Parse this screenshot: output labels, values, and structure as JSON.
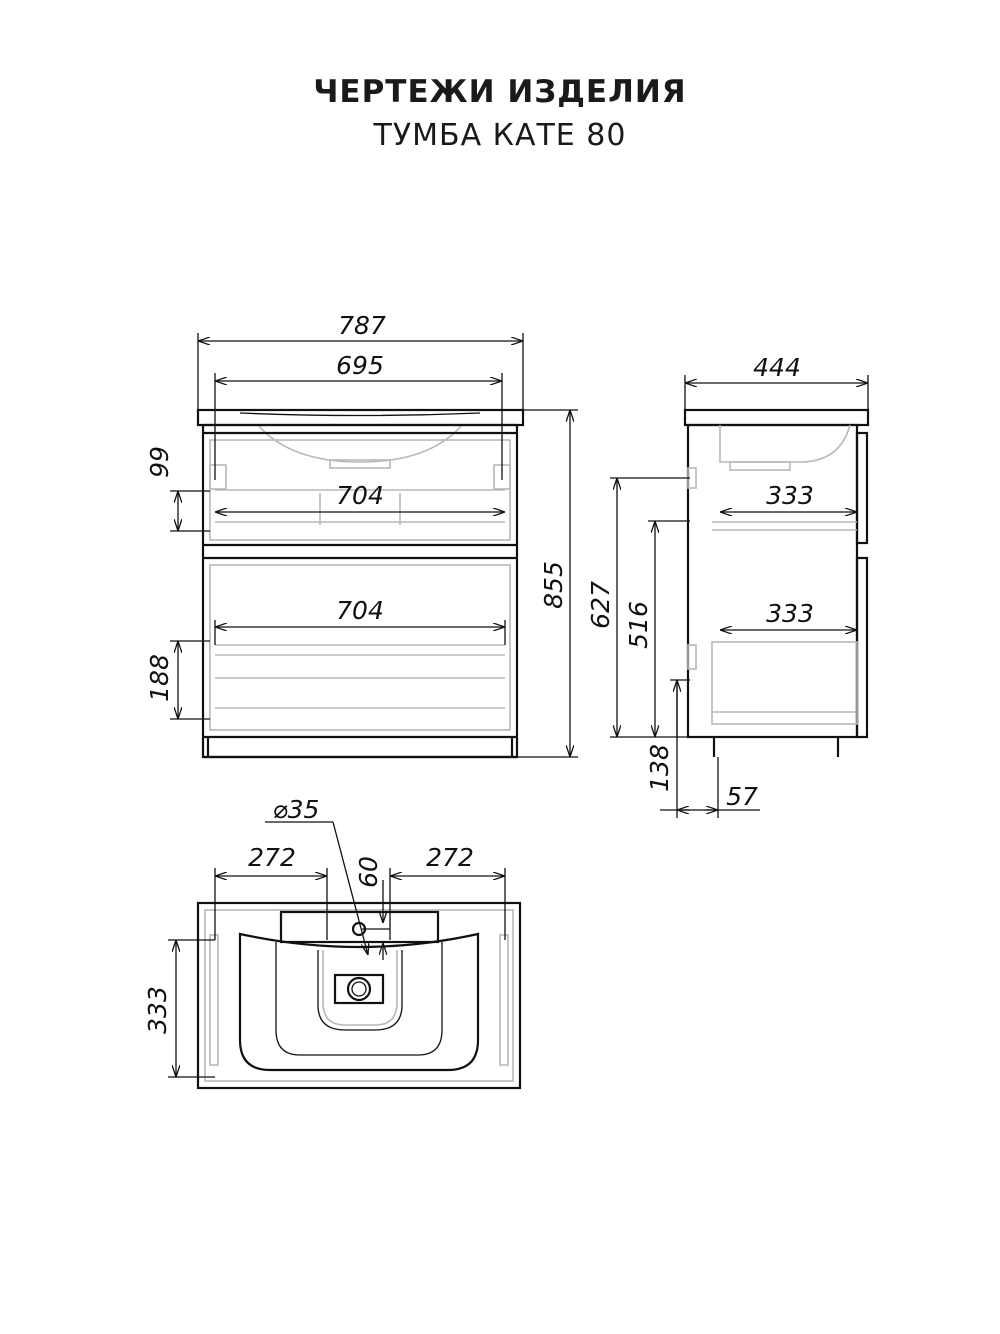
{
  "header": {
    "title": "ЧЕРТЕЖИ ИЗДЕЛИЯ",
    "subtitle": "ТУМБА КАТЕ 80"
  },
  "front_view": {
    "overall_width": "787",
    "basin_width": "695",
    "drawer_top_inner_width": "704",
    "drawer_bottom_inner_width": "704",
    "top_drawer_dim": "99",
    "bottom_drawer_dim": "188",
    "overall_height": "855"
  },
  "side_view": {
    "overall_depth": "444",
    "drawer_top_depth": "333",
    "drawer_bottom_depth": "333",
    "height_627": "627",
    "height_516": "516",
    "height_138": "138",
    "offset_57": "57"
  },
  "top_view": {
    "left_offset": "272",
    "right_offset": "272",
    "hole_diameter": "⌀35",
    "hole_offset": "60",
    "depth": "333"
  }
}
